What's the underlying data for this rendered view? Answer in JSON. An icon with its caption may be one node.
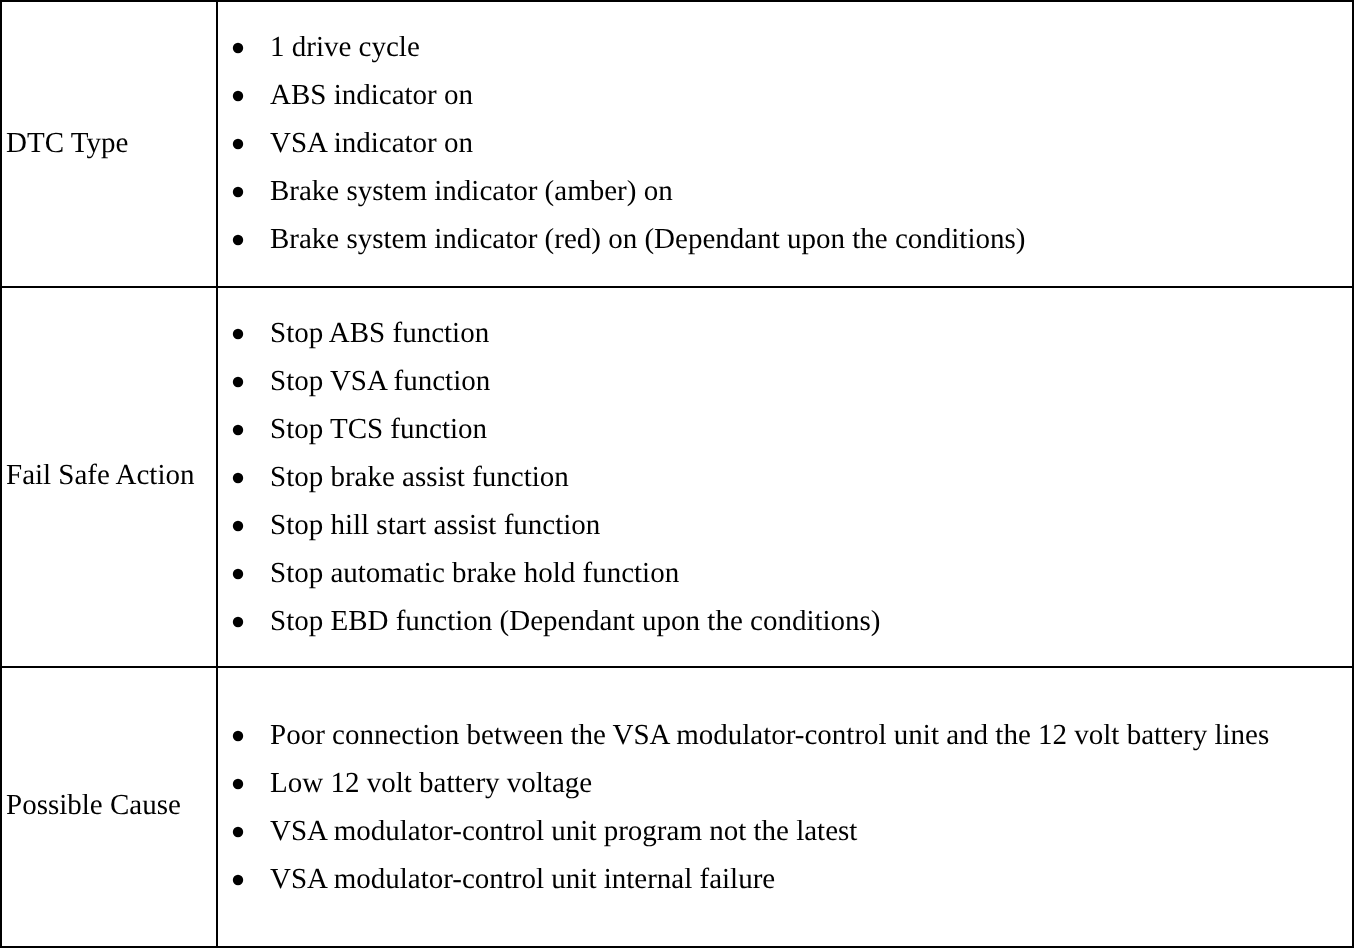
{
  "diagram": {
    "nodes": [
      {
        "text": [
          "DTC Type"
        ]
      },
      {
        "text": [
          "1 drive cycle",
          "ABS indicator on",
          "VSA indicator on",
          "Brake system indicator (amber) on",
          "Brake system indicator (red) on (Dependant upon the conditions)"
        ]
      },
      {
        "text": [
          "Fail Safe Action"
        ]
      },
      {
        "text": [
          "Stop ABS function",
          "Stop VSA function",
          "Stop TCS function",
          "Stop brake assist function",
          "Stop hill start assist function",
          "Stop automatic brake hold function",
          "Stop EBD function (Dependant upon the conditions)"
        ]
      },
      {
        "text": [
          "Possible Cause"
        ]
      },
      {
        "text": [
          "Poor connection between the VSA modulator-control unit and the 12 volt battery lines",
          "Low 12 volt battery voltage",
          "VSA modulator-control unit program not the latest",
          "VSA modulator-control unit internal failure"
        ]
      }
    ]
  }
}
